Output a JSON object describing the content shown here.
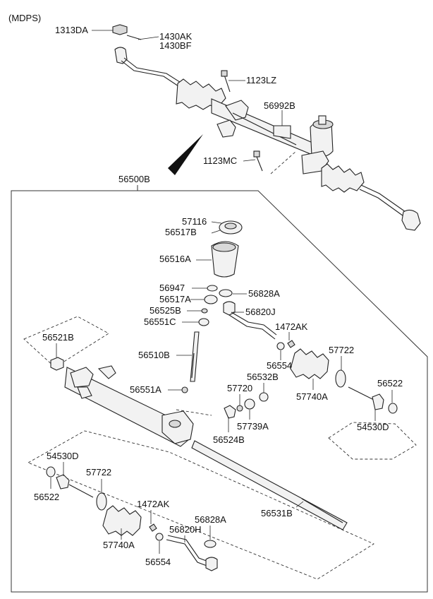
{
  "header": {
    "variant_label": "(MDPS)"
  },
  "labels": {
    "p1313DA": "1313DA",
    "p1430AK": "1430AK",
    "p1430BF": "1430BF",
    "p1123LZ": "1123LZ",
    "p56992B": "56992B",
    "p1123MC": "1123MC",
    "p56500B": "56500B",
    "p57116": "57116",
    "p56517B": "56517B",
    "p56516A": "56516A",
    "p56947": "56947",
    "p56828A_top": "56828A",
    "p56517A": "56517A",
    "p56525B": "56525B",
    "p56820J": "56820J",
    "p56551C": "56551C",
    "p1472AK_top": "1472AK",
    "p56521B": "56521B",
    "p57722_top": "57722",
    "p56510B": "56510B",
    "p56554_top": "56554",
    "p56532B": "56532B",
    "p56522_top": "56522",
    "p56551A": "56551A",
    "p57720": "57720",
    "p57740A_top": "57740A",
    "p54530D_top": "54530D",
    "p57739A": "57739A",
    "p56524B": "56524B",
    "p54530D_bot": "54530D",
    "p57722_bot": "57722",
    "p56522_bot": "56522",
    "p1472AK_bot": "1472AK",
    "p56828A_bot": "56828A",
    "p56531B": "56531B",
    "p56820H": "56820H",
    "p57740A_bot": "57740A",
    "p56554_bot": "56554"
  },
  "colors": {
    "line": "#222222",
    "part_fill": "#f2f2f2",
    "part_shade": "#d9d9d9",
    "background": "#ffffff"
  }
}
